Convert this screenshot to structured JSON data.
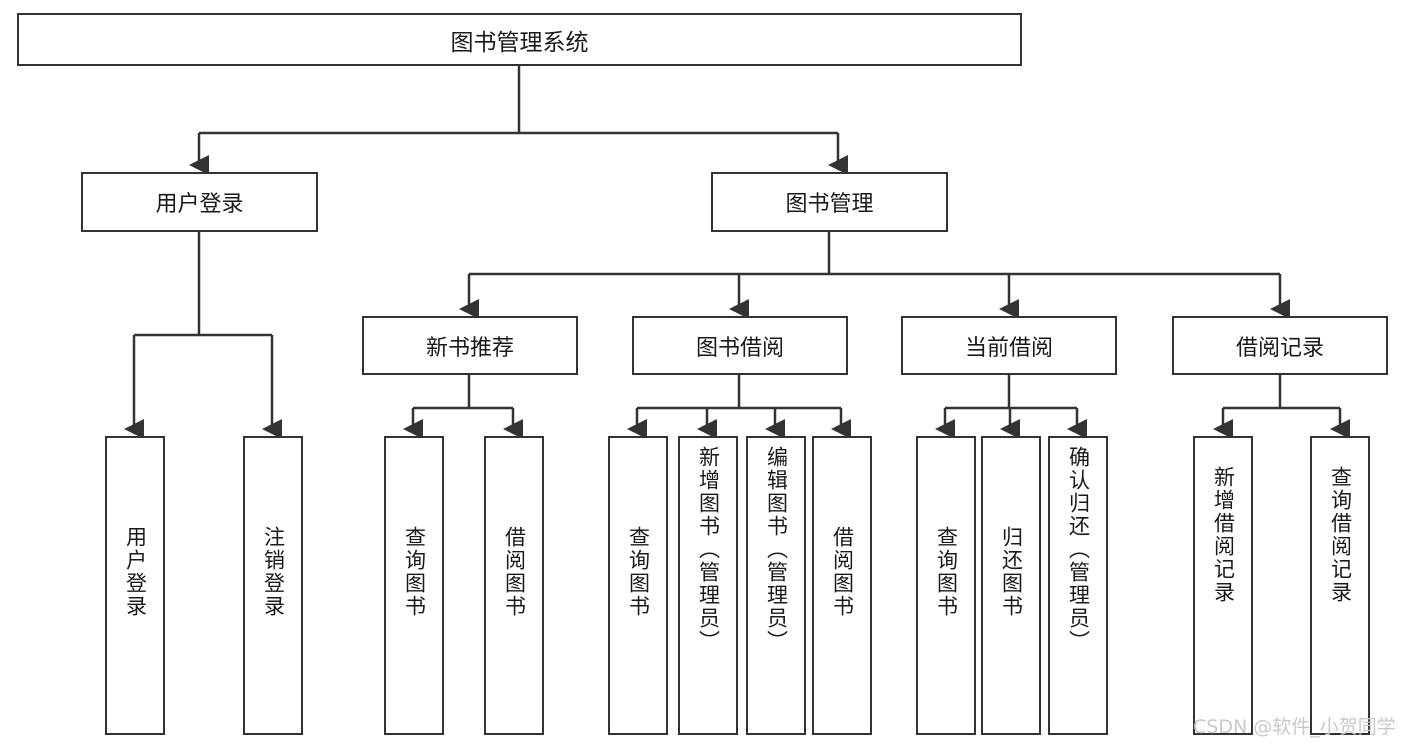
{
  "diagram": {
    "title": "图书管理系统",
    "watermark": "CSDN @软件_小贺同学",
    "colors": {
      "stroke": "#333333",
      "fill": "#ffffff",
      "text": "#1a1a1a",
      "watermark": "#c9c9c9"
    },
    "root": {
      "label": "图书管理系统"
    },
    "level2": [
      {
        "label": "用户登录"
      },
      {
        "label": "图书管理"
      }
    ],
    "level3": [
      {
        "label": "新书推荐"
      },
      {
        "label": "图书借阅"
      },
      {
        "label": "当前借阅"
      },
      {
        "label": "借阅记录"
      }
    ],
    "leaves": {
      "user_login": [
        {
          "label": "用户登录"
        },
        {
          "label": "注销登录"
        }
      ],
      "new_book": [
        {
          "label": "查询图书"
        },
        {
          "label": "借阅图书"
        }
      ],
      "book_borrow": [
        {
          "label": "查询图书"
        },
        {
          "label": "新增图书（管理员）"
        },
        {
          "label": "编辑图书（管理员）"
        },
        {
          "label": "借阅图书"
        }
      ],
      "current_borrow": [
        {
          "label": "查询图书"
        },
        {
          "label": "归还图书"
        },
        {
          "label": "确认归还（管理员）"
        }
      ],
      "borrow_record": [
        {
          "label": "新增借阅记录"
        },
        {
          "label": "查询借阅记录"
        }
      ]
    }
  }
}
